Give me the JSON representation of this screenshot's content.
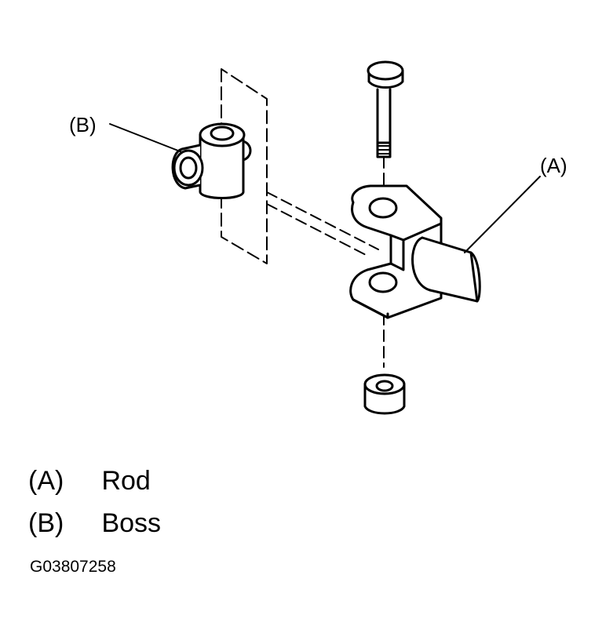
{
  "callouts": {
    "a": "(A)",
    "b": "(B)"
  },
  "legend": [
    {
      "key": "(A)",
      "label": "Rod"
    },
    {
      "key": "(B)",
      "label": "Boss"
    }
  ],
  "figure_code": "G03807258"
}
